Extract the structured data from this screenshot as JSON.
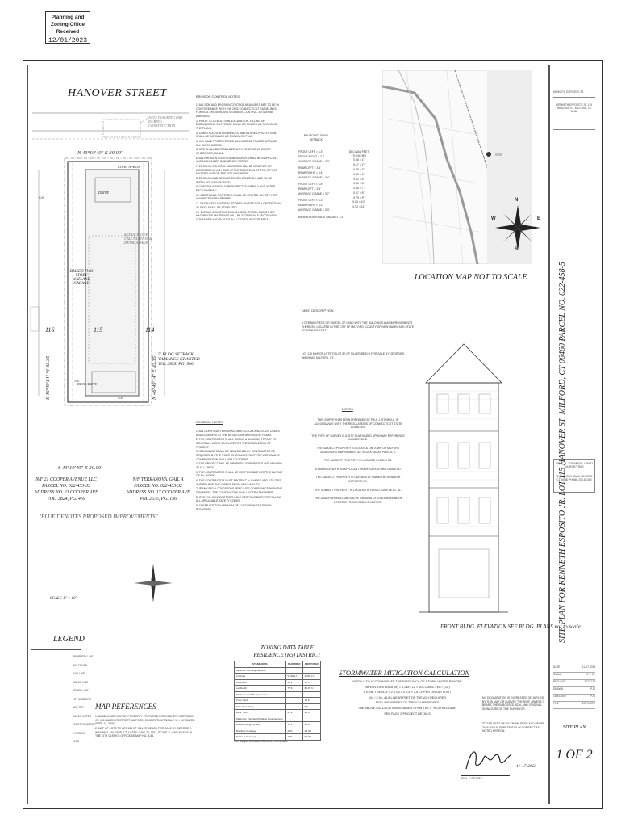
{
  "stamp": {
    "line1": "Planning and Zoning Office",
    "line2": "Received",
    "date": "12/01/2023"
  },
  "drawing": {
    "street": "HANOVER STREET",
    "tracking_pad": "ANTI-TRACKING PAD DURING CONSTRUCTION",
    "top_bearing": "N 43°10'40\" E 30.00'",
    "bottom_bearing": "S 43°10'40\" E 30.00'",
    "west_bearing": "S 46°49'14\" W 83.35'",
    "east_bearing": "N 46°49'14\" E 83.35'",
    "lot_left": "116",
    "lot_center": "115",
    "lot_right": "114",
    "house_label": "RAISED TWO STORY WATLAND GARAGE",
    "drive_label": "DRIVE",
    "conc_apron": "CONC APRON",
    "setback_calc": "SETBACK (SEE CALCULATION & DETAILS PAGE)",
    "setback_note": "5' BLDG SETBACK VARIANCE GRANTED VOL 3855, PG. 500",
    "deck_above": "DECK ABOVE",
    "owner_left": "N/F 21 COOPER AVENUE LLC PARCEL NO. 022-453-33 ADDRESS NO. 21 COOPER AVE VOL. 3824, PG. 469",
    "owner_right": "N/F TERRANOVA, GAIL A PARCEL NO. 022-453-32 ADDRESS NO. 17 COOPER AVE VOL 2575, PG. 156",
    "blue_note": "\"BLUE DENOTES PROPOSED IMPROVEMENTS\"",
    "scale": "SCALE 1\" = 10'",
    "dims": [
      "5.00'",
      "3.00'",
      "5.00'",
      "5.00'",
      "5.00'",
      "8.00'"
    ]
  },
  "erosion": {
    "title": "EROSION CONTROL NOTES",
    "items": [
      "1. ALL SOIL AND EROSION CONTROL MEASURES ARE TO BE IN CONFORMANCE WITH THE 2002 CONNECTICUT GUIDELINES FOR SOIL EROSION AND SEDIMENT CONTROL, AS MAY BE AMENDED.",
      "2. PRIOR TO DEMOLITION, EXCAVATION, FILLING OR EMBANKMENT, SILT FENCE SHALL BE PLACED AS SHOWN ON THE PLANS.",
      "3. CONSTRUCTION ENTRANCES AND AN AREA PROTECTION SHALL BE INSTALLED AS SHOWN ON PLAN.",
      "4. HAY BALE PROTECTION SHALL ALSO BE PLACED AROUND ALL CATCH BASINS.",
      "5. SITE SHALL BE STABILIZED WITH VEGETATIVE COVER WHERE APPLICABLE.",
      "6. ALL EROSION CONTROL MEASURES SHALL BE INSPECTED AND MAINTAINED IN WORKING ORDER.",
      "7. EROSION CONTROL MEASURES MAY BE MODIFIED OR INCREASED AT ANY TIME AT THE DIRECTION OF THE CITY OF MILFORD AND/OR THE SITE ENGINEER.",
      "8. EROSION AND SEDIMENTATION CONTROLS ARE TO BE INSTALLED AS INDICATED.",
      "9. CONTROLS SHOULD BE INSPECTED WEEKLY AND AFTER EACH RAINFALL.",
      "10. ADDITIONAL CONTROLS SHALL BE STORED ON SITE FOR ANY NECESSARY REPAIRS.",
      "11. EXCAVATED MATERIAL STORED ON SITE FOR LONGER THAN 30 DAYS SHALL BE STABILIZED.",
      "12. DURING CONSTRUCTION ALL SOIL, TRASH, AND OTHER HAZARDOUS MATERIALS WILL BE STORED IN A SECONDARY CONTAINER AND PLACED IN A LOCKED, INDOOR AREA."
    ]
  },
  "setback_table": {
    "title": "PROPOSED DRIVE SETBACK",
    "rows": [
      "FRONT LEFT = 3.3'",
      "FRONT RIGHT = 3.3'",
      "AVERAGE GRADE = 3.3'",
      "REAR LEFT = 3.4'",
      "REAR RIGHT = 3.4'",
      "AVERAGE GRADE = 3.4'",
      "FRONT LEFT = 3.5'",
      "REAR LEFT = 3.4'",
      "AVERAGE GRADE = 3.7'",
      "FRONT LEFT = 3.3'",
      "REAR RIGHT = 3.3'",
      "AVERAGE GRADE = 3.3'",
      "MAXIMUM AVERAGE GRADE = 3.3'"
    ],
    "decimal_title": "DECIMAL FEET TO INCHES",
    "decimal_rows": [
      "0.08 = 1\"",
      "0.17 = 2\"",
      "0.25 = 3\"",
      "0.33 = 4\"",
      "0.42 = 5\"",
      "0.50 = 6\"",
      "0.58 = 7\"",
      "0.67 = 8\"",
      "0.75 = 9\"",
      "0.83 = 10\"",
      "0.92 = 11\""
    ]
  },
  "general": {
    "title": "GENERAL NOTES",
    "items": [
      "1. ALL CONSTRUCTION SHALL MEET LOCAL AND STATE CODES AND CONFORM TO THE DETAILS SHOWN ON THE PLANS.",
      "2. THE CONTRACTOR SHALL OBTAIN A BUILDING PERMIT TO COVER ALL WORK INVOLVED FOR THE COMPLETION OF PROJECT.",
      "3. INSURANCE SHALL BE MAINTAINED BY CONTRACTOR AS REQUIRED BY THE STATE OF CONNECTICUT FOR WORKMAN'S COMPENSATION AND LIABILITY FORMS.",
      "4. THE PROJECT WILL BE PROPERLY SUPERVISED AND MANNED AT ALL TIMES.",
      "5. THE CONTRACTOR SHALL BE RESPONSIBLE FOR THE LAYOUT OF ALL WORK.",
      "6. THE CONTRACTOR MUST PROTECT ALL WORK AND UTILITIES AND RELIEVE THE OWNER FROM ANY LIABILITY.",
      "7. IF ANY FIELD CONDITIONS PRECLUDE COMPLIANCE WITH THE DRAWINGS, THE CONTRACTOR SHALL NOTIFY ENGINEER.",
      "8. IT IS THE CONTRACTOR'S SOLE RESPONSIBILITY TO FOLLOW ALL APPLICABLE SAFETY CODES.",
      "9. CLEAR LOT TO A MINIMUM OF 10 FT FROM SILT FENCE BOUNDARY."
    ]
  },
  "location": {
    "caption": "LOCATION MAP NOT TO SCALE",
    "compass": [
      "N",
      "W",
      "E",
      "S"
    ],
    "subject_label": "SITE"
  },
  "deed": {
    "title": "DEED DESCRIPTION",
    "text": "A CERTAIN PIECE OR PARCEL OF LAND WITH THE BUILDINGS AND IMPROVEMENTS THEREON, LOCATED IN THE CITY OF MILFORD, COUNTY OF NEW HAVEN AND STATE OF CONNECTICUT.",
    "lot_text": "LOT 115 MAP OF LOTS TO LOT 80 OF SILVER BEACH FOR SALE BY GEORGE E. WASHING, MILFORD, CT."
  },
  "notes": {
    "title": "NOTES",
    "items": [
      "THIS SURVEY HAS BEEN PREPARED BY PAUL J. STOWELL, IN ACCORDANCE WITH THE REGULATIONS OF CONNECTICUT STATE AGENCIES.",
      "THE TYPE OF SURVEY IS A SITE PLAN BASED UPON MAP REFERENCE NUMBER ONE.",
      "THE SUBJECT PROPERTY IS LOCATED ON TOWN OF MILFORD ASSESSORS MAP NUMBER 027 BLOCK 453 AS PARCEL 5.",
      "THE SUBJECT PROPERTY IS LOCATED IN ZONE R5.",
      "A VARIANCE WITH AN APPLICANT MODIFICATION WAS GRANTED.",
      "THE SUBJECT PROPERTY IS CURRENTLY OWNED BY KENNETH ESPOSITO JR.",
      "THE SUBJECT PROPERTY IS LOCATED IN FLOOD ZONE AE EL. 11.",
      "THE UNDERGROUND AND ABOVE GROUND UTILITIES HAVE BEEN LOCATED FROM VISIBLE EVIDENCE."
    ]
  },
  "elevation": {
    "caption": "FRONT BLDG. ELEVATION SEE BLDG. PLANS not to scale"
  },
  "zoning": {
    "title": "ZONING DATA TABLE",
    "subtitle": "RESIDENCE (R5) DISTRICT",
    "headers": [
      "STANDARDS",
      "REQUIRED",
      "PROPOSED"
    ],
    "rows": [
      [
        "Minimum Lot Requirements",
        "",
        ""
      ],
      [
        "Lot Area",
        "5,000 s.f.",
        "2,500 s.f."
      ],
      [
        "Lot Width",
        "50 ft.",
        "30 ft."
      ],
      [
        "Lot Depth",
        "75 ft.",
        "83.35 ft."
      ],
      [
        "Minimum Yard Requirements",
        "",
        ""
      ],
      [
        "Front Yard",
        "",
        "10 ft."
      ],
      [
        "Side Yard (One)",
        "",
        "5 ft."
      ],
      [
        "Rear Yard",
        "25 ft.",
        "25 ft."
      ],
      [
        "Maximum Permitted Building Requirements",
        "",
        ""
      ],
      [
        "Building Height (Feet)",
        "35 ft.",
        "35 ft."
      ],
      [
        "Building Coverage",
        "40%",
        "44.0%"
      ],
      [
        "Total Lot Coverage",
        "40%",
        "66.0%"
      ]
    ],
    "footnote": "The Subject Deed and Deeds as referenced."
  },
  "stormwater": {
    "title": "STORMWATER MITIGATION CALCULATION",
    "lines": [
      "INSTALL TO ACCOMMODATE THE FIRST INCH OF STORM WATER RUNOFF",
      "IMPERVIOUS AREA (M) = 1,248 / 12 = 104 CUBIC FEET (CF)",
      "STONE TRENCH = 2.5 x 2.5 x 0.4 = 2.5 CF PER LINEAR FOOT",
      "104 / 2.5 = 41.6 LINEAR FEET OF TRENCH REQUIRED",
      "SEE LINEAR FEET OF TRENCH PROPOSED",
      "THE ABOVE CALCULATION IS BASED UPON THE 1\" INCH REGULAR",
      "SEE PAGE 2 PROJECT DETAILS"
    ]
  },
  "map_refs": {
    "title": "MAP REFERENCES",
    "items": [
      "1. SUBDIVISION MAP OF PROPERTY PREPARED FOR KENNETH ESPOSITO JR. 115 HANOVER STREET MILFORD, CONNECTICUT SCALE 1\" = 10', DATED SEPT. 14, 2000.",
      "2. MAP OF LOTS TO LOT 154 OF SILVER BEACH FOR SALE BY GEORGE E. WASHING, MILFORD, CT. DATED JUNE 20, 1912, SCALE 1\" = 50' ON FILE IN THE CITY CLERK'S OFFICE AS MAP NO. 4-56."
    ]
  },
  "legend": {
    "title": "LEGEND",
    "items": [
      "PROPERTY LINE",
      "SILT FENCE",
      "SAW LINE",
      "WATER LINE",
      "SEWER LINE",
      "LOT NUMBERS",
      "MAP REF",
      "WATER METER",
      "ELECTRIC METER",
      "HYDRANT",
      "ELEC"
    ]
  },
  "signature": {
    "name": "PAUL J. STOWELL",
    "date": "11-17-2023",
    "cert_text": "NO DECLARATION IS EXPRESSED OR IMPLIED BY THIS MAP OR SURVEY THEREOF UNLESS IT BEARS THE EMBOSSED SEAL AND ORIGINAL SIGNATURE OF THE SURVEYOR.",
    "to_text": "TO THE BEST OF MY KNOWLEDGE AND BELIEF THIS MAP IS SUBSTANTIALLY CORRECT AS NOTED HEREON."
  },
  "title_block": {
    "owner_head": "KENNETH ESPOSITO JR.",
    "owner_addr": "KENNETH ESPOSITO JR. 115 HANOVER ST. MILFORD, CT 06460",
    "firm": "PAUL J. STOWELL LAND SURVEYING",
    "firm_addr": "71 CARLSON ROAD MILFORD, CT 06460 PHONE 203-6-0150",
    "project": "SITE PLAN FOR KENNETH ESPOSITO JR. LOT 115 HANOVER ST. MILFORD, CT 06460 PARCEL NO. 022-458-5",
    "fields": [
      "DATE",
      "SCALE",
      "PROJ NO.",
      "DRAWN",
      "CHECKED",
      "FILE"
    ],
    "values": [
      "11-17-2023",
      "1\" = 10'",
      "2023-123",
      "PJS",
      "PJS",
      "ESPOSITO"
    ],
    "sheet_title": "SITE PLAN",
    "sheet": "1 OF 2"
  }
}
